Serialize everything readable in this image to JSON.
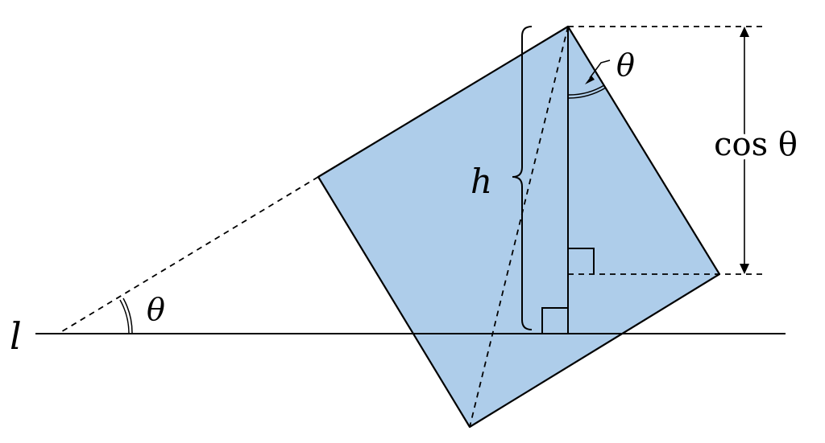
{
  "colors": {
    "square_fill": "#aecdea",
    "stroke": "#000000",
    "background": "#ffffff"
  },
  "labels": {
    "line": "l",
    "angle_bottom": "θ",
    "angle_top": "θ",
    "height": "h",
    "cos": "cos θ"
  }
}
